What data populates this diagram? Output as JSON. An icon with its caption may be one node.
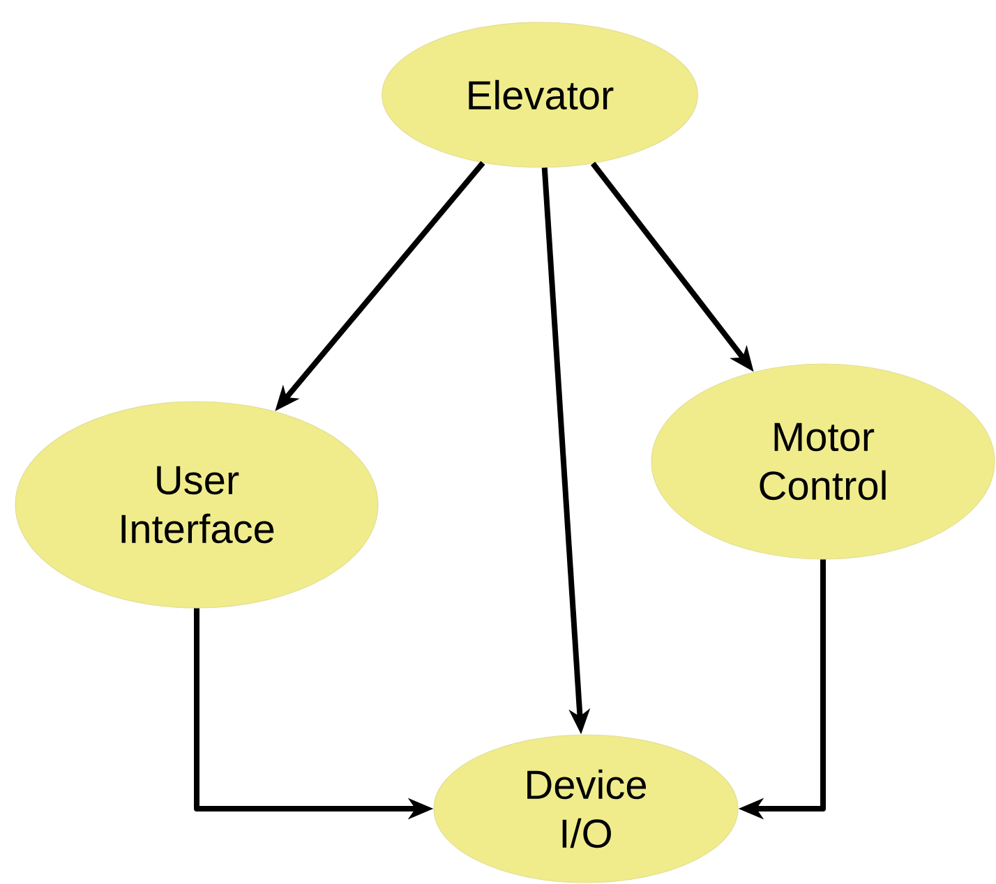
{
  "diagram": {
    "nodes": [
      {
        "text": [
          "Elevator"
        ]
      },
      {
        "text": [
          "User Interface"
        ]
      },
      {
        "text": [
          "Motor Control"
        ]
      },
      {
        "text": [
          "Device I/O"
        ]
      }
    ],
    "edges": [
      {
        "from": 0,
        "to": 1,
        "arrow": "to"
      },
      {
        "from": 0,
        "to": 3,
        "arrow": "to"
      },
      {
        "from": 0,
        "to": 2,
        "arrow": "to"
      },
      {
        "from": 1,
        "to": 3,
        "arrow": "to"
      },
      {
        "from": 2,
        "to": 3,
        "arrow": "to"
      }
    ]
  }
}
